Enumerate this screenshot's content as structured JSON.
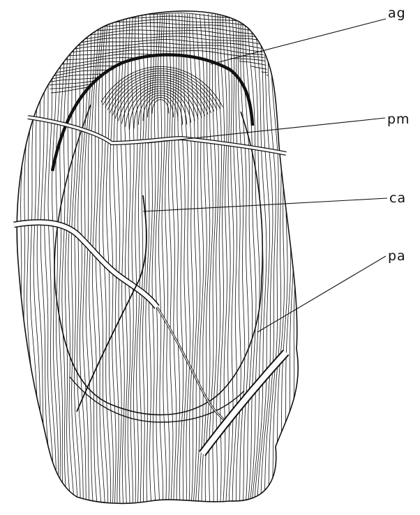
{
  "figure": {
    "labels": [
      {
        "id": "ag",
        "text": "ag"
      },
      {
        "id": "pm",
        "text": "pm"
      },
      {
        "id": "ca",
        "text": "ca"
      },
      {
        "id": "pa",
        "text": "pa"
      }
    ],
    "colors": {
      "ink": "#111111",
      "paper": "#ffffff"
    }
  }
}
